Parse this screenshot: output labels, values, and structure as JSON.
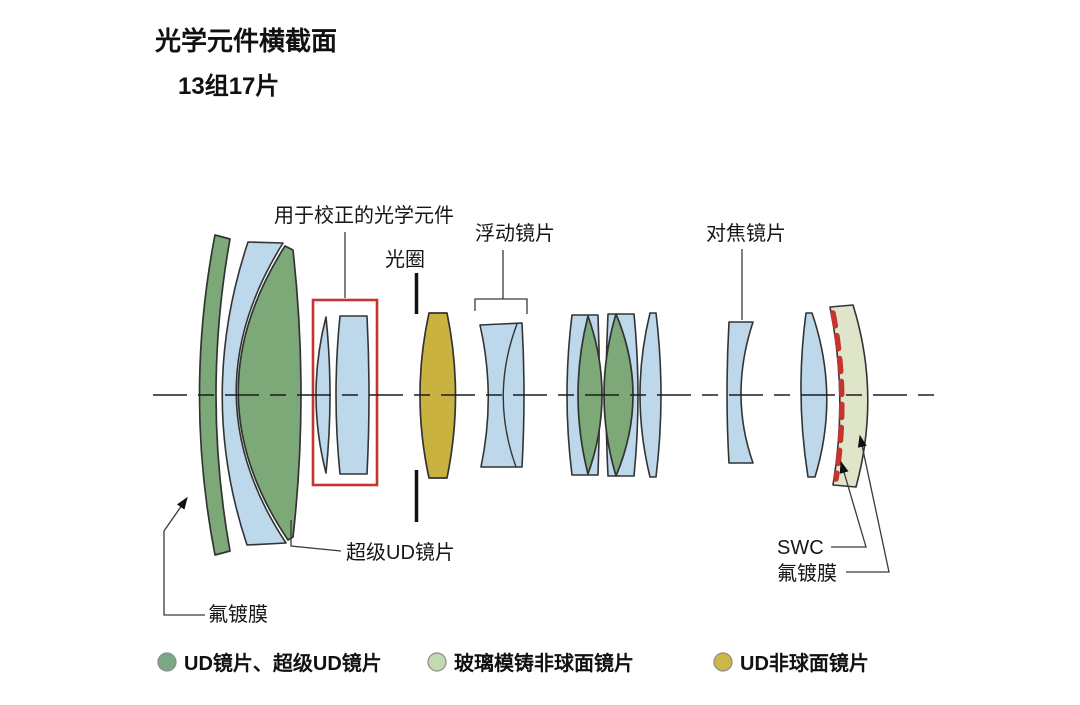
{
  "title": "光学元件横截面",
  "subtitle": "13组17片",
  "colors": {
    "green": "#7DA878",
    "blue": "#BDD8EA",
    "yellow": "#C9B23F",
    "pale_green": "#DEE5C8",
    "red": "#C5342F",
    "outline": "#333333",
    "line": "#3a3a3a",
    "text": "#111111"
  },
  "labels": {
    "correction": "用于校正的光学元件",
    "aperture": "光圈",
    "floating": "浮动镜片",
    "focus": "对焦镜片",
    "super_ud": "超级UD镜片",
    "fluorine_front": "氟镀膜",
    "swc": "SWC",
    "fluorine_rear": "氟镀膜"
  },
  "legend": [
    {
      "label": "UD镜片、超级UD镜片",
      "color": "#7CA787"
    },
    {
      "label": "玻璃模铸非球面镜片",
      "color": "#C3D9B0"
    },
    {
      "label": "UD非球面镜片",
      "color": "#CDB748"
    }
  ]
}
